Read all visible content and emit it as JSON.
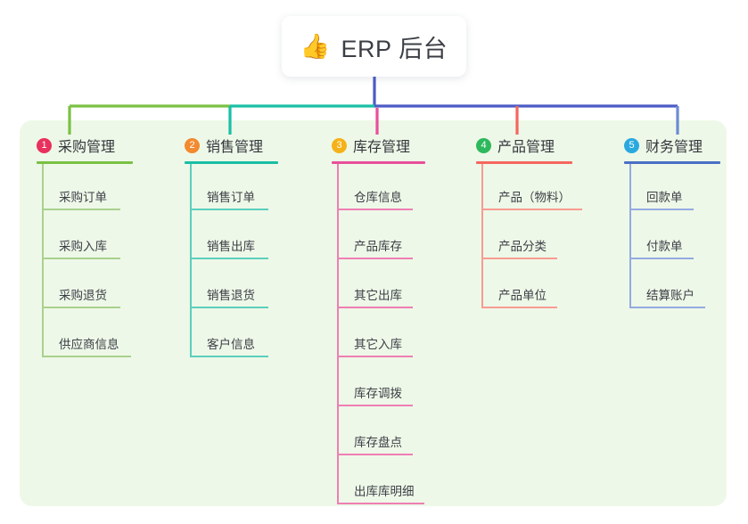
{
  "root": {
    "icon": "thumbs-up-icon",
    "icon_glyph": "👍",
    "title": "ERP 后台"
  },
  "palette": {
    "panel_background": "#eef8e8",
    "page_background": "#ffffff",
    "stem": "#4c5cc5",
    "green": "#7ac143",
    "teal": "#19bfa5",
    "pink": "#e8509a",
    "red": "#f4675f",
    "blue": "#6d8ad6",
    "text": "#3c4047"
  },
  "columns": [
    {
      "index": "1",
      "badge_color": "#e8315c",
      "title": "采购管理",
      "rule_color": "#7ac143",
      "branch_color": "#7ac143",
      "leaf_rule_color": "#a9d18e",
      "items": [
        {
          "label": "采购订单"
        },
        {
          "label": "采购入库"
        },
        {
          "label": "采购退货"
        },
        {
          "label": "供应商信息"
        }
      ]
    },
    {
      "index": "2",
      "badge_color": "#f28a30",
      "title": "销售管理",
      "rule_color": "#19bfa5",
      "branch_color": "#19bfa5",
      "leaf_rule_color": "#5ccfbd",
      "items": [
        {
          "label": "销售订单"
        },
        {
          "label": "销售出库"
        },
        {
          "label": "销售退货"
        },
        {
          "label": "客户信息"
        }
      ]
    },
    {
      "index": "3",
      "badge_color": "#f5b218",
      "title": "库存管理",
      "rule_color": "#e8509a",
      "branch_color": "#e8509a",
      "leaf_rule_color": "#ee7fb3",
      "items": [
        {
          "label": "仓库信息"
        },
        {
          "label": "产品库存"
        },
        {
          "label": "其它出库"
        },
        {
          "label": "其它入库"
        },
        {
          "label": "库存调拨"
        },
        {
          "label": "库存盘点"
        },
        {
          "label": "出库库明细"
        }
      ]
    },
    {
      "index": "4",
      "badge_color": "#2eb85c",
      "title": "产品管理",
      "rule_color": "#f4675f",
      "branch_color": "#f4675f",
      "leaf_rule_color": "#f79c92",
      "items": [
        {
          "label": "产品（物料）"
        },
        {
          "label": "产品分类"
        },
        {
          "label": "产品单位"
        }
      ]
    },
    {
      "index": "5",
      "badge_color": "#2aa9e0",
      "title": "财务管理",
      "rule_color": "#4a6fc4",
      "branch_color": "#6d8ad6",
      "leaf_rule_color": "#93abe0",
      "items": [
        {
          "label": "回款单"
        },
        {
          "label": "付款单"
        },
        {
          "label": "结算账户"
        }
      ]
    }
  ]
}
